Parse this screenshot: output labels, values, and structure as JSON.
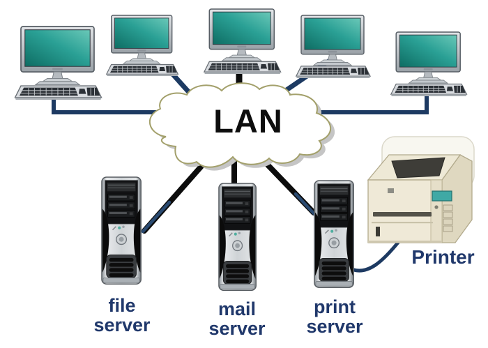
{
  "diagram": {
    "workstation_count": 5,
    "nodes": {
      "lan_cloud": {
        "label": "LAN"
      },
      "file_server": {
        "label": "file\nserver"
      },
      "mail_server": {
        "label": "mail\nserver"
      },
      "print_server": {
        "label": "print\nserver"
      },
      "printer": {
        "label": "Printer"
      }
    },
    "colors": {
      "workstation_link": "#1d3a62",
      "server_link": "#0c0c0c",
      "label_text": "#20386b",
      "lan_label_text": "#0d0d0d",
      "screen_teal": "#2aa095",
      "cloud_outline": "#a3a06b",
      "cloud_shadow": "#c5c5c5",
      "printer_body": "#ece6d2",
      "printer_display_teal": "#3fa9a5"
    }
  }
}
